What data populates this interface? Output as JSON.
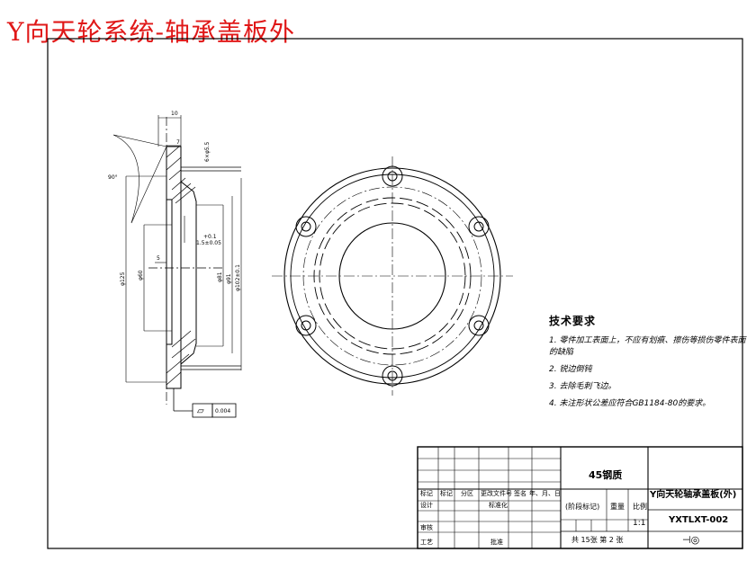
{
  "title": "Y向天轮系统-轴承盖板外",
  "section_dims": {
    "width_total": "10",
    "step": "7",
    "holes": "6×φ5.5",
    "angle": "90°",
    "dia_outer": "φ125",
    "dia_bolt": "φ102±0.1",
    "dia_81": "φ81",
    "dia_91": "φ91",
    "dia_60": "φ60",
    "recess": "5",
    "depth": "1.5±0.05",
    "depth_top": "+0.1",
    "flatness_symbol": "⏥",
    "flatness_value": "0.004"
  },
  "tech_notes": {
    "heading": "技术要求",
    "items": [
      "1. 零件加工表面上，不应有划痕、擦伤等损伤零件表面的缺陷",
      "2. 锐边倒钝",
      "3. 去除毛刺飞边。",
      "4. 未注形状公差应符合GB1184-80的要求。"
    ]
  },
  "title_block": {
    "material": "45钢质",
    "part_name": "Y向天轮轴承盖板(外)",
    "drawing_no": "YXTLXT-002",
    "scale_label": "比例",
    "scale": "1:1",
    "weight_label": "重量",
    "stage_label": "(阶段标记)",
    "sheets": "共 15张    第 2 张",
    "h_mark": "标记",
    "h_count": "标记",
    "h_zone": "分区",
    "h_doc": "更改文件号",
    "h_sign": "签名",
    "h_date": "年、月、日",
    "r_design": "设计",
    "r_standard": "标准化",
    "r_review": "审核",
    "r_process": "工艺",
    "r_approve": "批准",
    "projection_symbol": "⊣◎"
  }
}
